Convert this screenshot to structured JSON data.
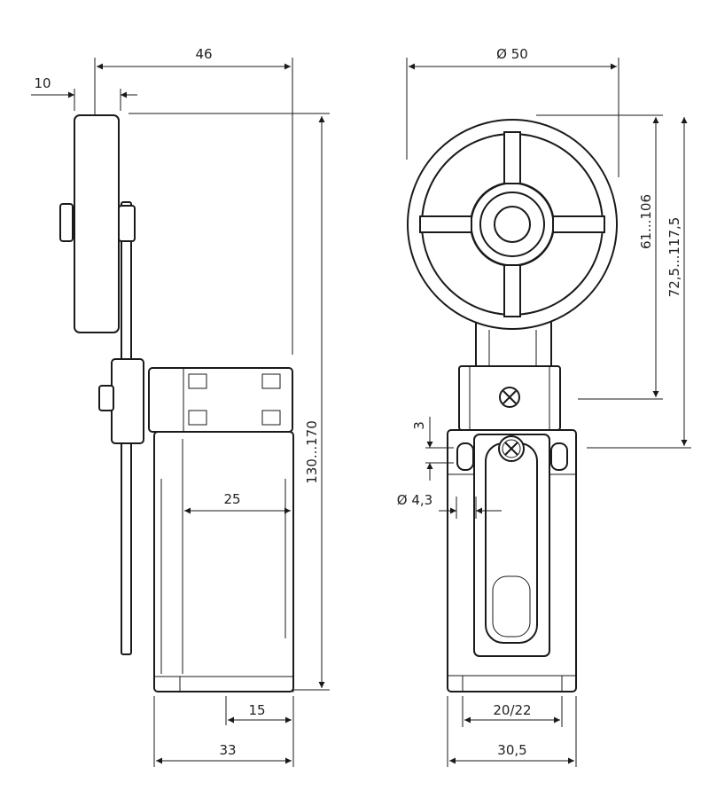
{
  "dimensions": {
    "side_top_width": "46",
    "side_roller_width": "10",
    "side_total_height": "130...170",
    "side_body_inner": "25",
    "side_base_small": "15",
    "side_base_width": "33",
    "front_wheel_diameter": "Ø 50",
    "front_height_short": "61...106",
    "front_height_long": "72,5...117,5",
    "front_slot": "3",
    "front_hole_diameter": "Ø 4,3",
    "front_base_inner": "20/22",
    "front_base_width": "30,5"
  }
}
